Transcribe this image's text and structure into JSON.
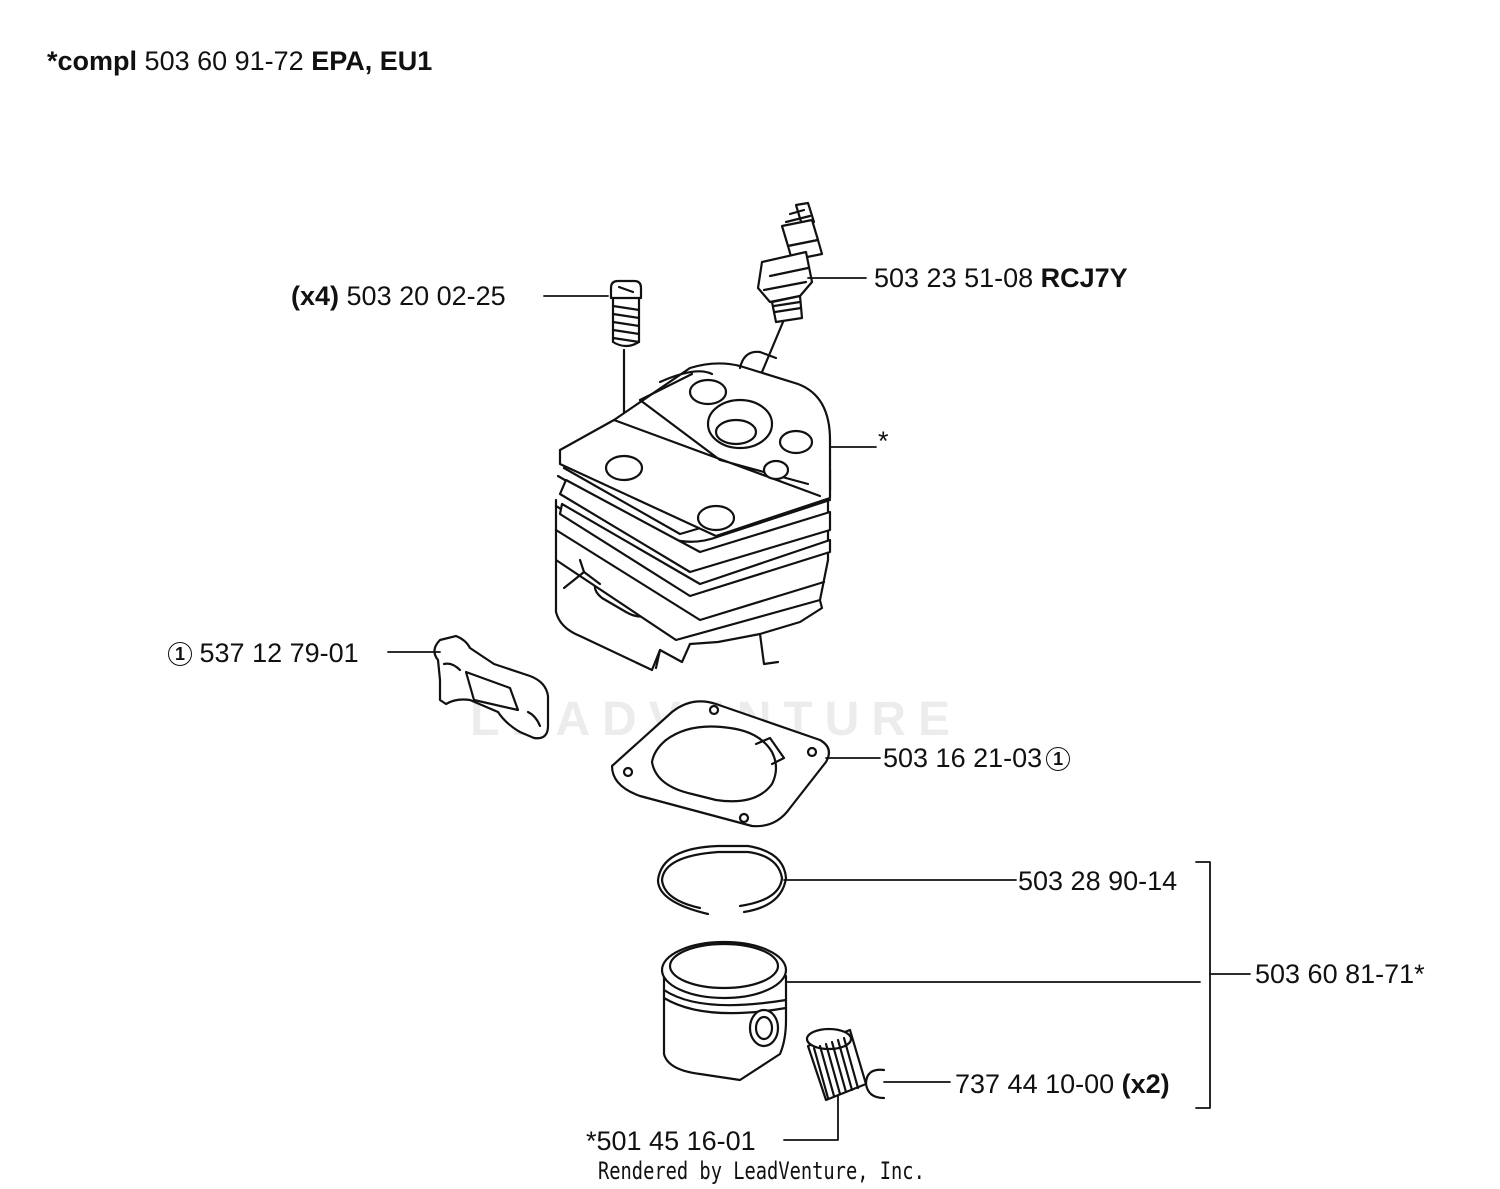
{
  "header": {
    "compl_prefix": "*compl",
    "compl_number": "503 60 91-72",
    "compl_suffix": "EPA, EU1"
  },
  "parts": {
    "screw": {
      "qty": "(x4)",
      "number": "503 20 02-25"
    },
    "spark_plug": {
      "number": "503 23 51-08",
      "type": "RCJ7Y"
    },
    "cylinder": {
      "marker": "*"
    },
    "muffler_gasket": {
      "badge": "1",
      "number": "537 12 79-01"
    },
    "cylinder_gasket": {
      "number": "503 16 21-03",
      "badge": "1"
    },
    "piston_ring": {
      "number": "503 28 90-14"
    },
    "piston_assembly": {
      "number": "503 60 81-71*"
    },
    "circlip": {
      "number": "737 44 10-00",
      "qty": "(x2)"
    },
    "needle_bearing": {
      "number": "*501 45 16-01"
    }
  },
  "watermark": "LEADVENTURE",
  "footer": "Rendered by LeadVenture, Inc."
}
